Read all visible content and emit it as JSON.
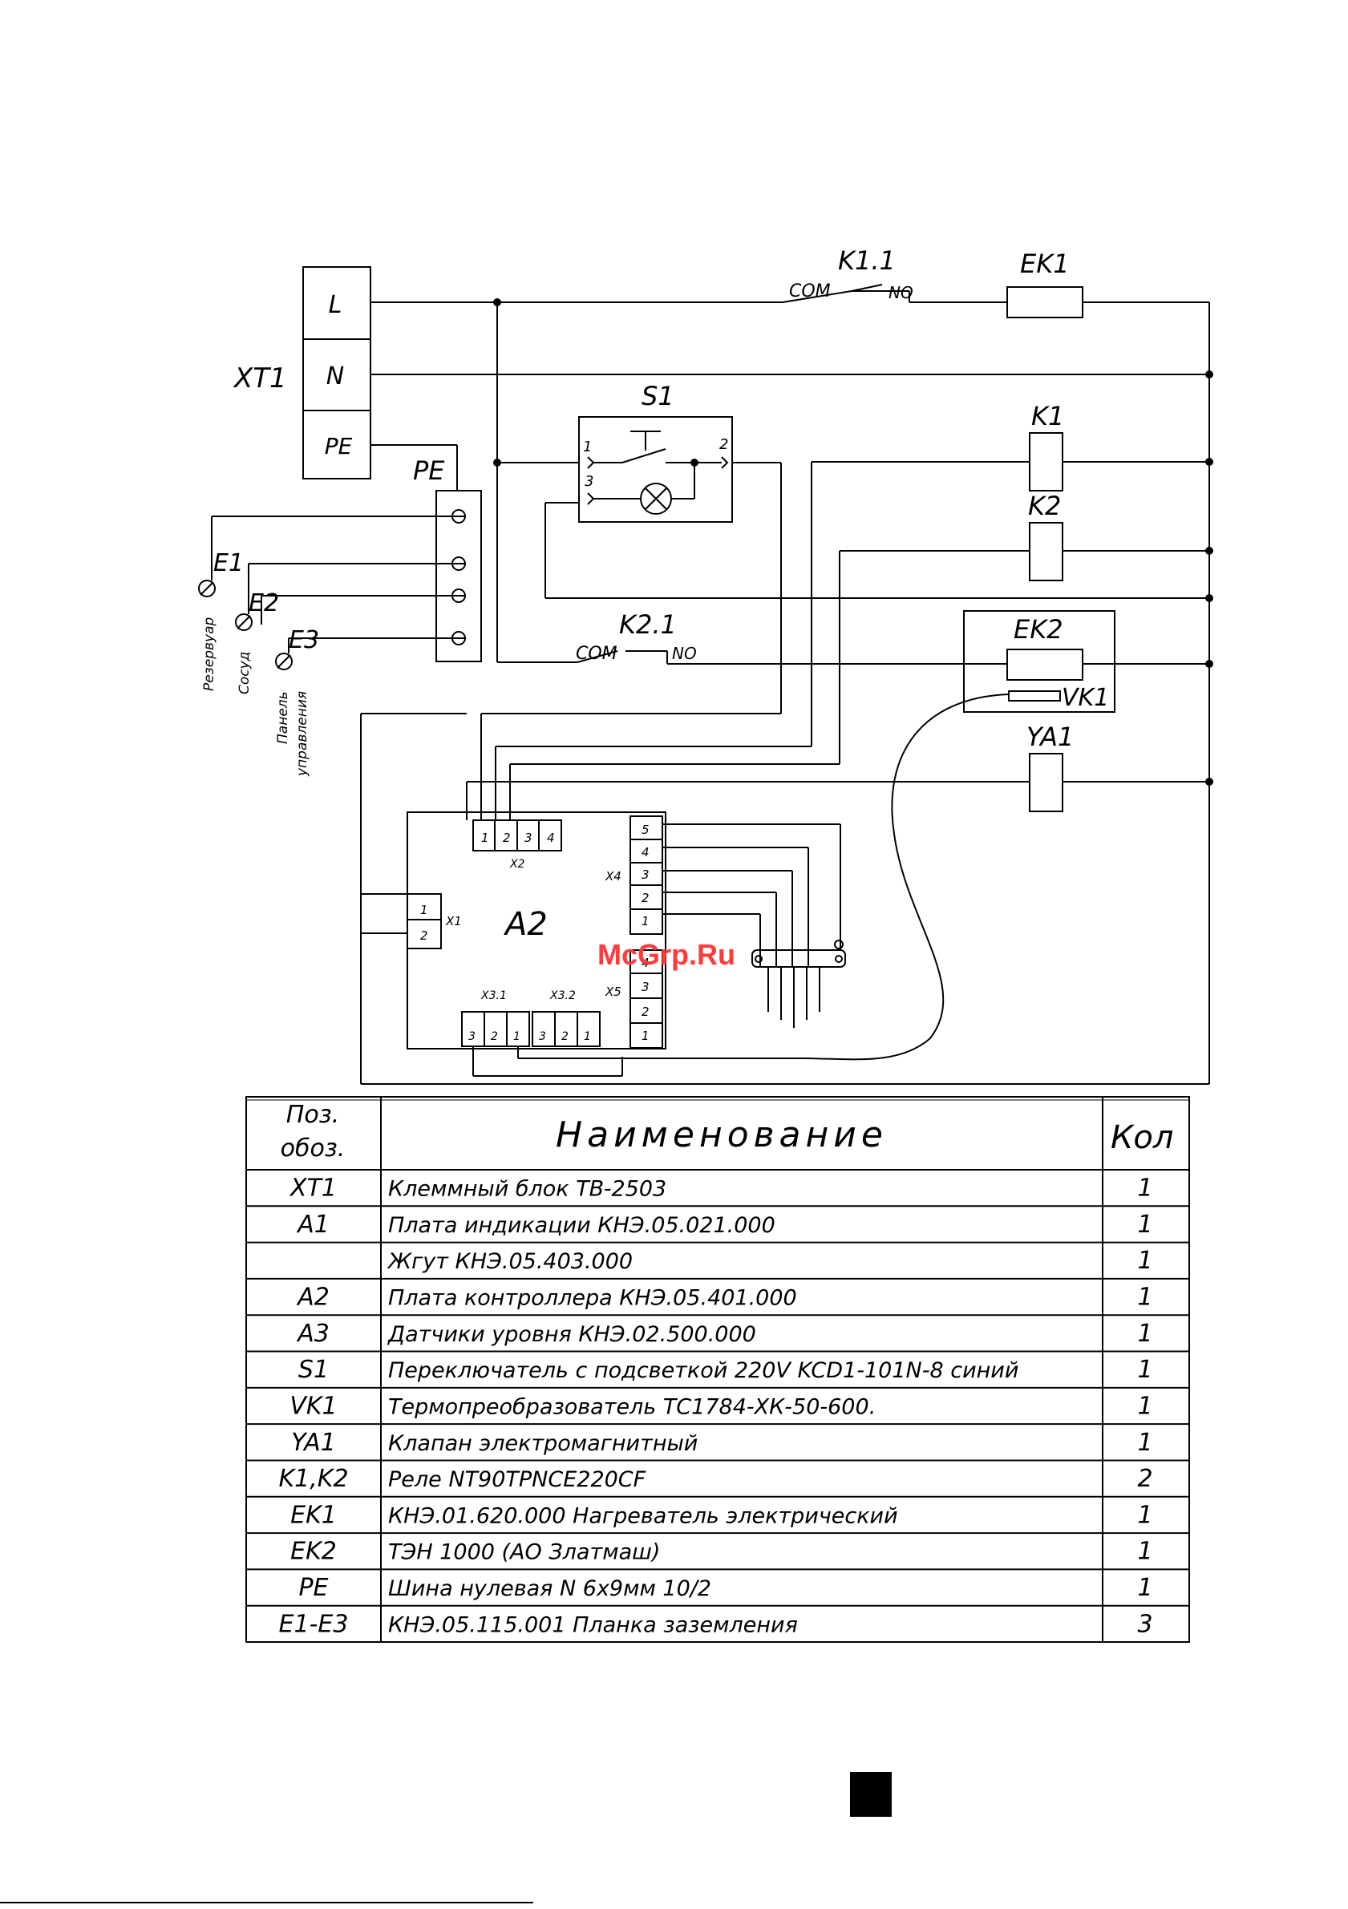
{
  "terminal_block": {
    "name": "XT1",
    "terminals": [
      "L",
      "N",
      "PE"
    ]
  },
  "pe_bus": {
    "name": "PE"
  },
  "electrodes": {
    "e1": "E1",
    "e2": "E2",
    "e3": "E3",
    "e1_caption": "Резервуар",
    "e2_caption": "Сосуд",
    "e3_caption_1": "Панель",
    "e3_caption_2": "управления"
  },
  "components": {
    "k11": "K1.1",
    "k21": "K2.1",
    "com": "COM",
    "no": "NO",
    "ek1": "EK1",
    "ek2": "EK2",
    "s1": "S1",
    "k1": "K1",
    "k2": "K2",
    "vk1": "VK1",
    "ya1": "YA1",
    "a2": "A2"
  },
  "s1_pins": [
    "1",
    "2",
    "3"
  ],
  "connectors": {
    "x1": "X1",
    "x1_pins": [
      "1",
      "2"
    ],
    "x2": "X2",
    "x2_pins": [
      "1",
      "2",
      "3",
      "4"
    ],
    "x4": "X4",
    "x4_pins": [
      "5",
      "4",
      "3",
      "2",
      "1"
    ],
    "x5": "X5",
    "x5_pins": [
      "4",
      "3",
      "2",
      "1"
    ],
    "x31": "X3.1",
    "x32": "X3.2",
    "x3_pins": [
      "3",
      "2",
      "1"
    ]
  },
  "watermark": "McGrp.Ru",
  "table": {
    "header_pos_1": "Поз.",
    "header_pos_2": "обоз.",
    "header_name": "Наименование",
    "header_qty": "Кол",
    "rows": [
      {
        "pos": "XT1",
        "name": "Клеммный блок TB-2503",
        "qty": "1"
      },
      {
        "pos": "A1",
        "name": "Плата индикации КНЭ.05.021.000",
        "qty": "1"
      },
      {
        "pos": "",
        "name": "Жгут КНЭ.05.403.000",
        "qty": "1"
      },
      {
        "pos": "A2",
        "name": "Плата контроллера КНЭ.05.401.000",
        "qty": "1"
      },
      {
        "pos": "A3",
        "name": "Датчики уровня КНЭ.02.500.000",
        "qty": "1"
      },
      {
        "pos": "S1",
        "name": "Переключатель с подсветкой 220V KCD1-101N-8 синий",
        "qty": "1"
      },
      {
        "pos": "VK1",
        "name": "Термопреобразователь ТС1784-ХК-50-600.",
        "qty": "1"
      },
      {
        "pos": "YA1",
        "name": "Клапан электромагнитный",
        "qty": "1"
      },
      {
        "pos": "K1,K2",
        "name": "Реле NT90TPNCE220CF",
        "qty": "2"
      },
      {
        "pos": "EK1",
        "name": "КНЭ.01.620.000 Нагреватель электрический",
        "qty": "1"
      },
      {
        "pos": "EK2",
        "name": "ТЭН 1000 (АО Златмаш)",
        "qty": "1"
      },
      {
        "pos": "PE",
        "name": "Шина нулевая N 6х9мм 10/2",
        "qty": "1"
      },
      {
        "pos": "E1-E3",
        "name": "КНЭ.05.115.001 Планка заземления",
        "qty": "3"
      }
    ]
  }
}
